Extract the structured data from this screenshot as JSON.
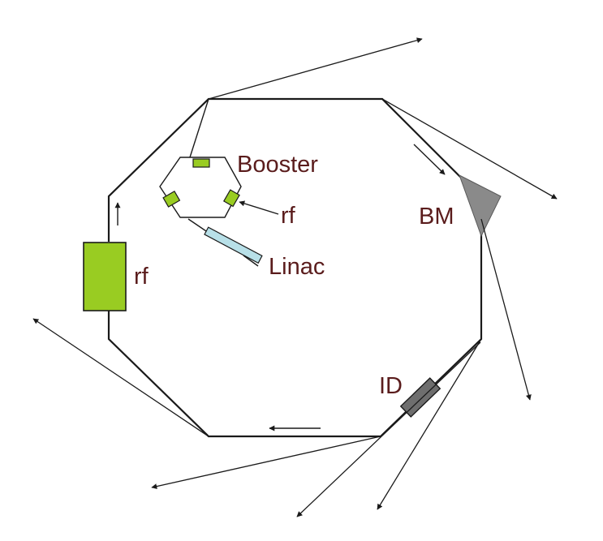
{
  "labels": {
    "booster": "Booster",
    "booster_rf": "rf",
    "linac": "Linac",
    "ring_rf": "rf",
    "bending_magnet": "BM",
    "insertion_device": "ID"
  },
  "colors": {
    "line": "#1a1a1a",
    "label_text": "#5a1c1c",
    "rf_cavity": "#99cc22",
    "linac": "#b8e0e8",
    "bending_magnet": "#8a8a8a",
    "insertion_device": "#6e6e6e"
  }
}
